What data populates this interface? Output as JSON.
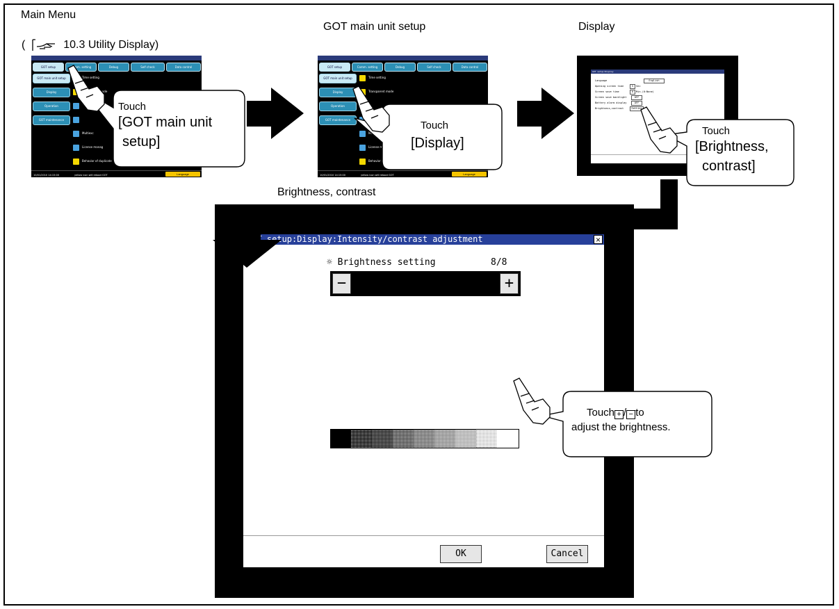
{
  "steps": {
    "main_menu": {
      "title": "Main Menu",
      "ref_open": "(",
      "ref_text": "10.3 Utility Display)"
    },
    "got_setup": {
      "title": "GOT main unit setup"
    },
    "display": {
      "title": "Display"
    },
    "brightness": {
      "title": "Brightness, contrast"
    }
  },
  "callouts": {
    "c1": {
      "line1": "Touch",
      "line2": "[GOT main unit",
      "line3": "setup]"
    },
    "c2": {
      "line1": "Touch",
      "line2": "[Display]"
    },
    "c3": {
      "line1": "Touch",
      "line2": "[Brightness,",
      "line3": "contrast]"
    },
    "c4": {
      "line1": "Touch",
      "line1b": "/",
      "line1c": "to",
      "line2": "adjust the brightness."
    }
  },
  "mini_menu": {
    "tabs": [
      "GOT setup",
      "Comm. setting",
      "Debug",
      "Self check",
      "Data control"
    ],
    "sidebar": [
      "GOT main unit setup",
      "Display",
      "Operation",
      "GOT maintenance"
    ],
    "rows": [
      "Time setting",
      "Transparent mode",
      "",
      "",
      "Multiexc",
      "License manag",
      "Behavior of duplicate"
    ],
    "status_date": "10/01/2010 14:15:00",
    "status_msg": "yellow icon will reboot GOT",
    "lang_button": "Language",
    "row_colors": [
      "#f5d800",
      "#f5d800",
      "#4aa3df",
      "#4aa3df",
      "#4aa3df",
      "#4aa3df",
      "#f5d800"
    ]
  },
  "display_mini": {
    "title": "GOT setup:Display",
    "rows": [
      {
        "label": "Language",
        "value": "English"
      },
      {
        "label": "Opening screen time",
        "value": "5",
        "unit": "Sec"
      },
      {
        "label": "Screen save time",
        "value": "0",
        "unit": "Min.(0:None)"
      },
      {
        "label": "Screen save backlight",
        "value": "OFF"
      },
      {
        "label": "Battery alarm display",
        "value": "OFF"
      },
      {
        "label": "Brightness,contrast",
        "value": "Setting"
      }
    ]
  },
  "big_screen": {
    "title": "GOT setup:Display:Intensity/contrast adjustment",
    "close_glyph": "×",
    "sun_glyph": "☼",
    "brightness_label": "Brightness setting",
    "brightness_value": "8/8",
    "minus": "−",
    "plus": "+",
    "ok": "OK",
    "cancel": "Cancel",
    "brightness_level": 1.0
  },
  "colors": {
    "title_bar": "#27409a",
    "tab": "#2c8fb5",
    "tab_active": "#c9eaf5"
  }
}
